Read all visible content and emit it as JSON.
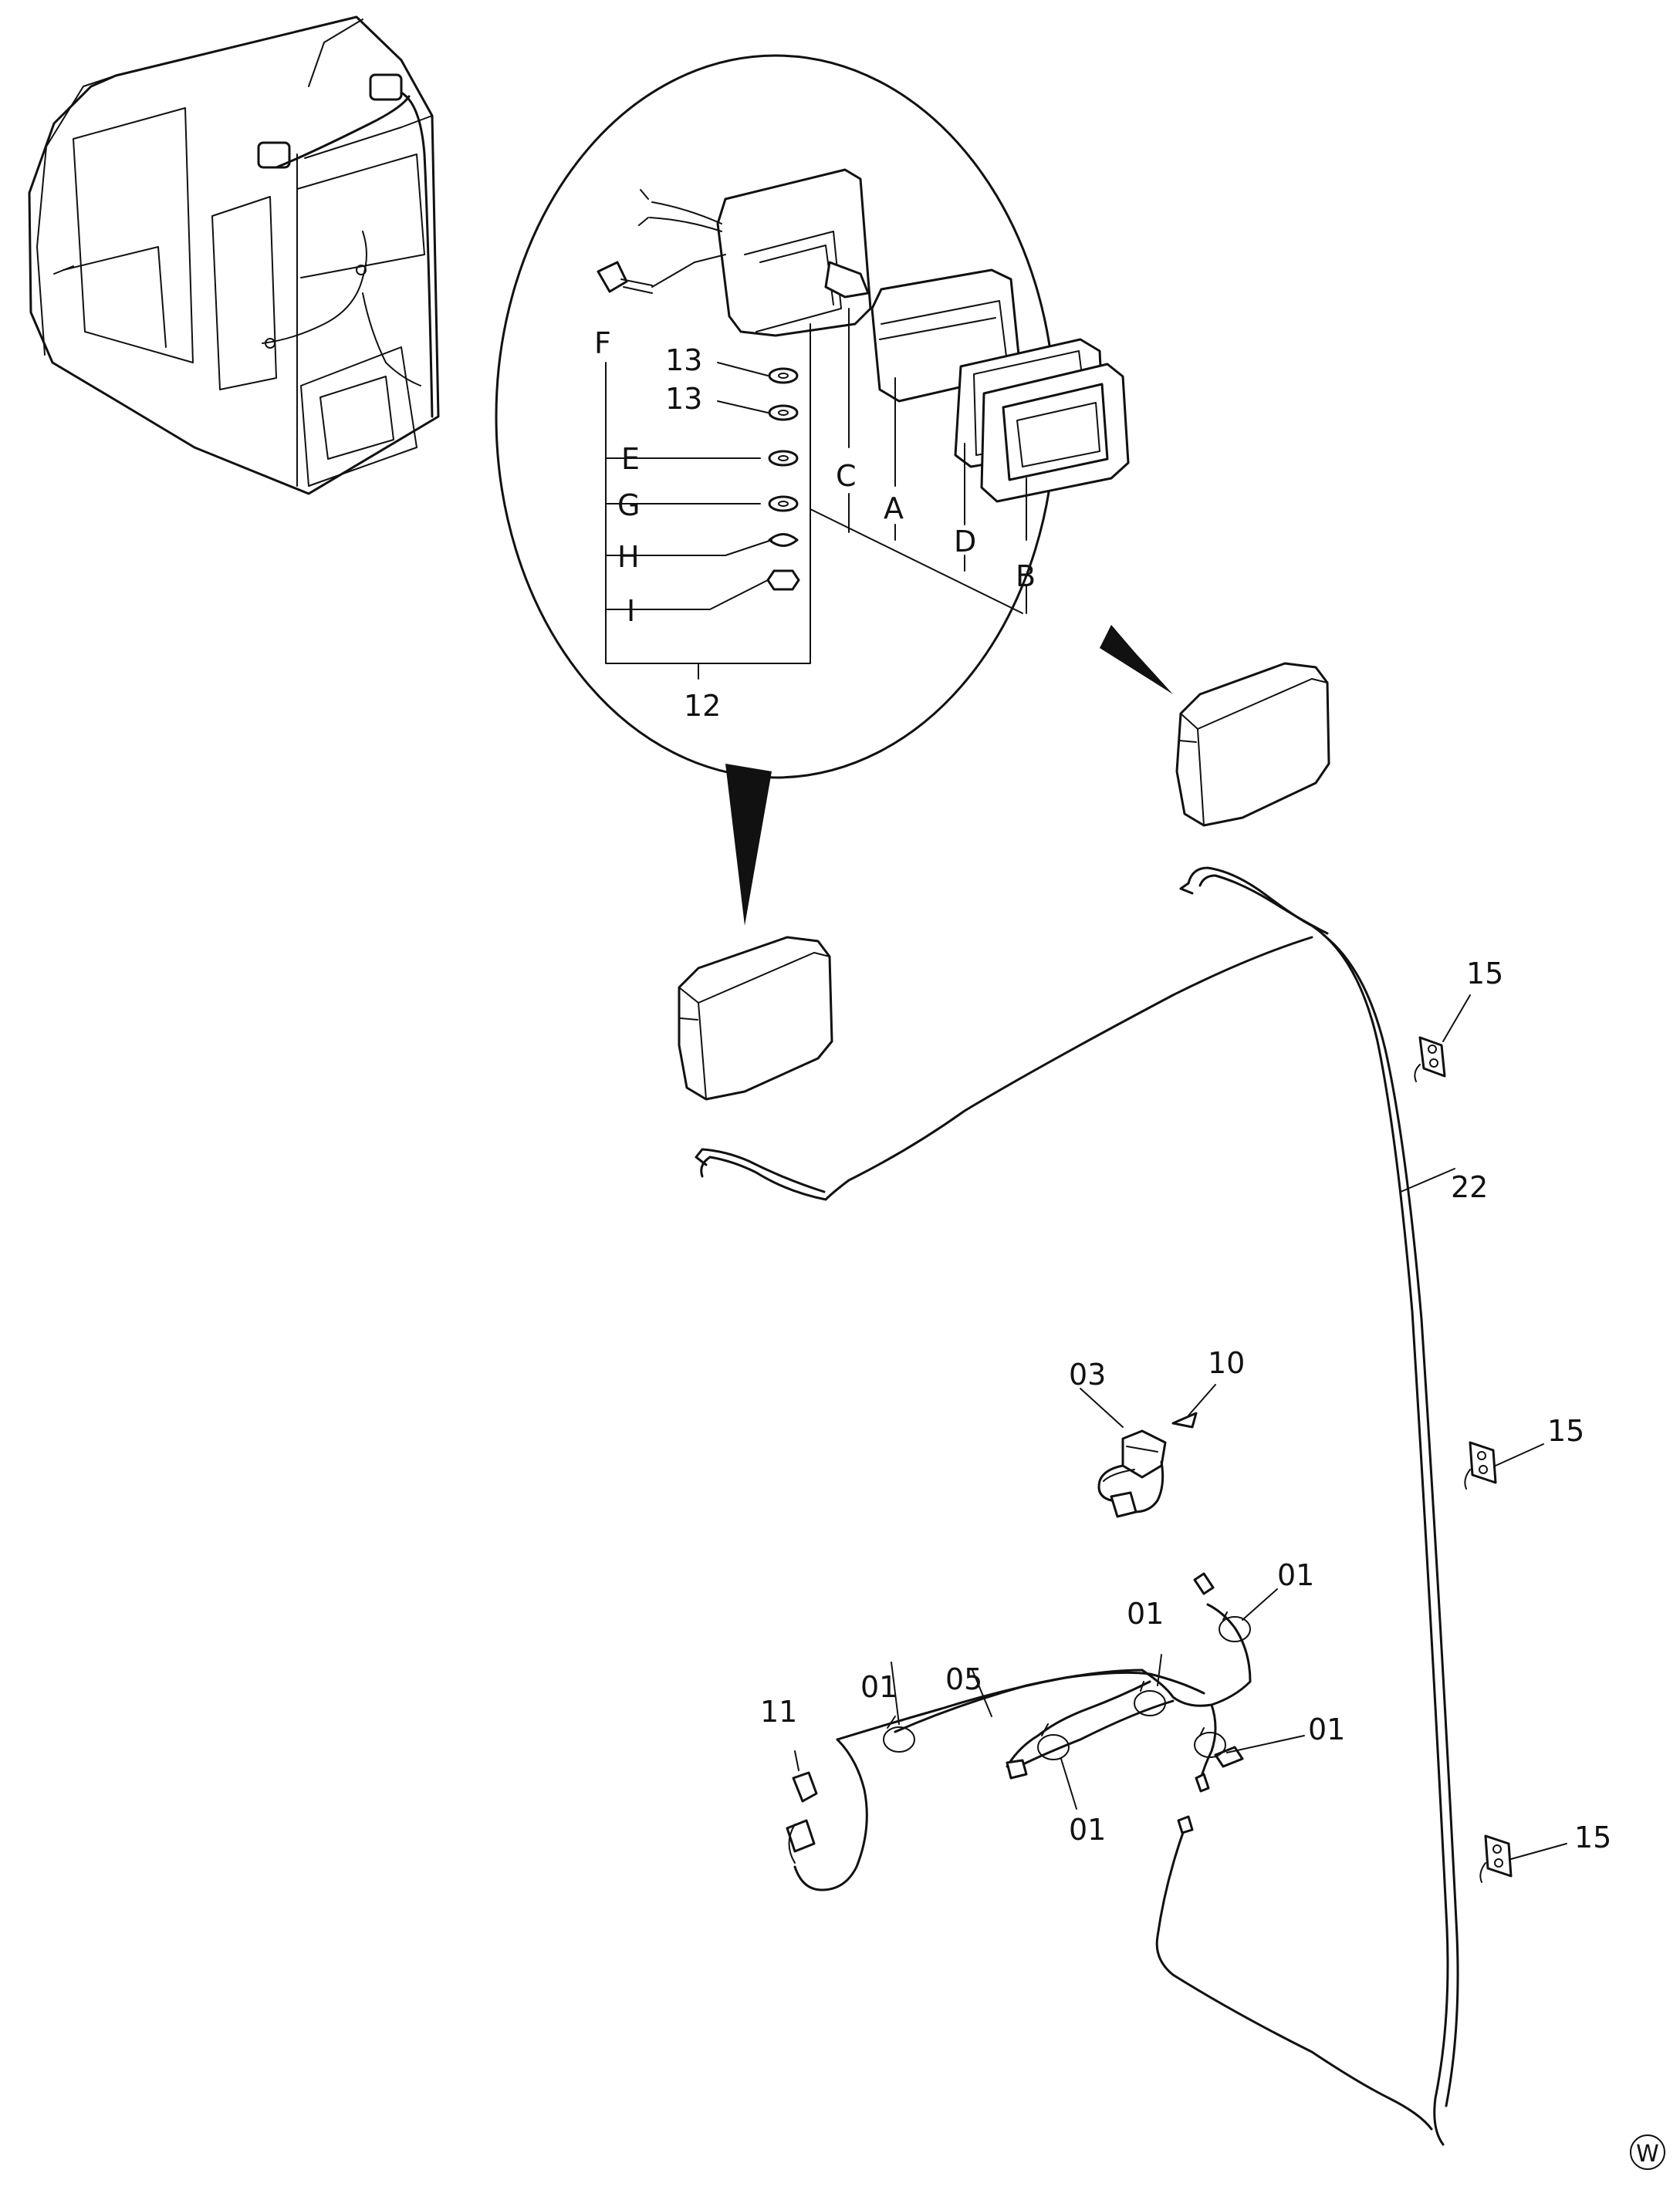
{
  "callouts": {
    "detail_F": "F",
    "detail_13a": "13",
    "detail_13b": "13",
    "detail_E": "E",
    "detail_G": "G",
    "detail_H": "H",
    "detail_I": "I",
    "detail_C": "C",
    "detail_A": "A",
    "detail_D": "D",
    "detail_B": "B",
    "detail_12": "12",
    "bracket_15_top": "15",
    "harness_22": "22",
    "part_10": "10",
    "part_03": "03",
    "bracket_15_mid": "15",
    "clamp_01_right": "01",
    "clamp_01_center": "01",
    "harness_05": "05",
    "clamp_01_left": "01",
    "part_11": "11",
    "clamp_01_far_right": "01",
    "clamp_01_bottom": "01",
    "bracket_15_bottom": "15"
  },
  "corner_mark": "W"
}
